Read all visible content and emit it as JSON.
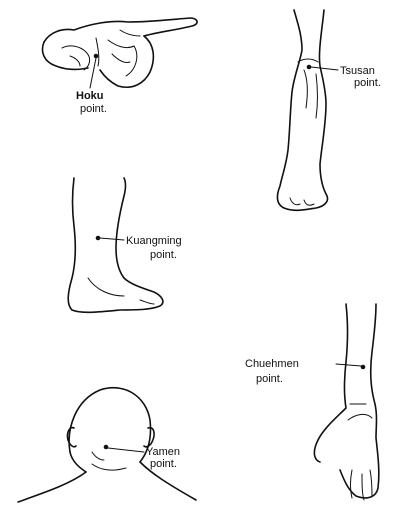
{
  "labels": {
    "hoku": [
      "Hoku",
      "point."
    ],
    "tsusan": [
      "Tsusan",
      "point."
    ],
    "kuangming": [
      "Kuangming",
      "point."
    ],
    "chuehmen": [
      "Chuehmen",
      "point."
    ],
    "yamen": [
      "Yamen",
      "point."
    ]
  }
}
